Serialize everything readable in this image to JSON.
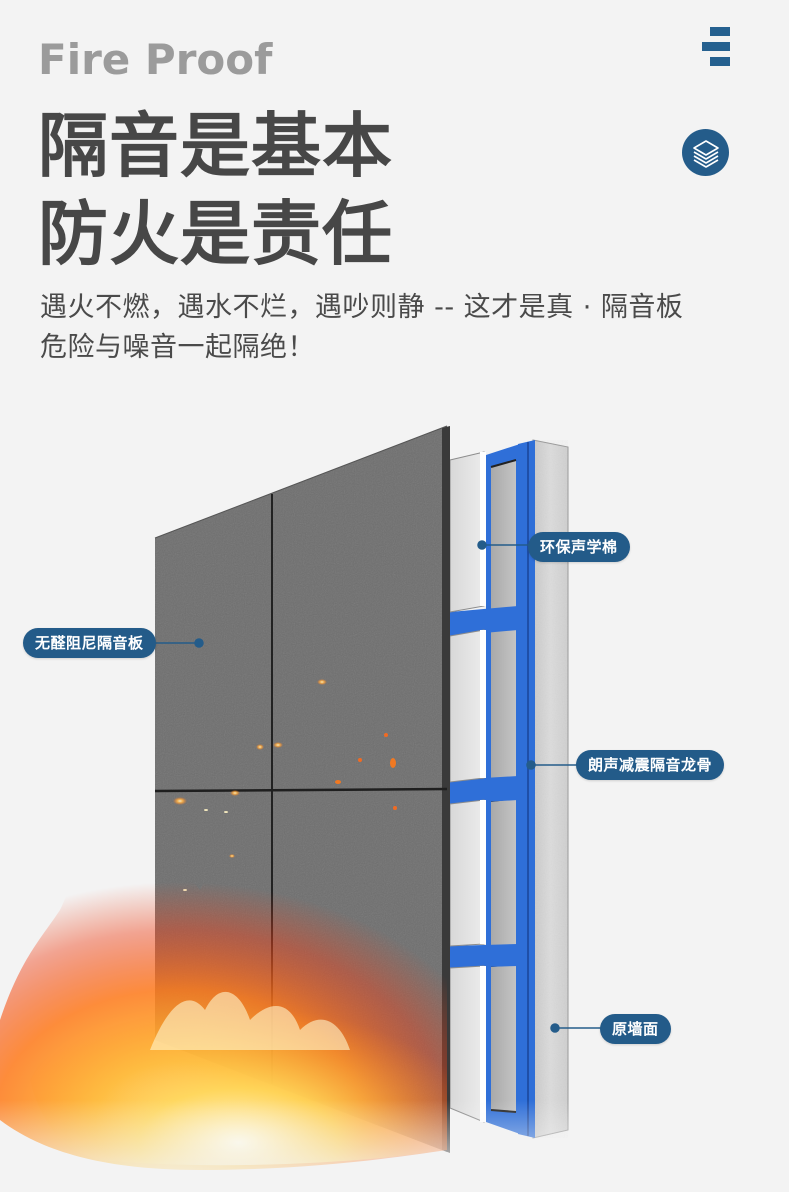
{
  "header": {
    "eyebrow": "Fire Proof",
    "headline_line1": "隔音是基本",
    "headline_line2": "防火是责任",
    "subtext_line1": "遇火不燃，遇水不烂，遇吵则静 -- 这才是真 · 隔音板",
    "subtext_line2": "危险与噪音一起隔绝！"
  },
  "icons": {
    "menu": "menu-icon",
    "layers": "layers-icon"
  },
  "diagram": {
    "labels": {
      "panel": "无醛阻尼隔音板",
      "cotton": "环保声学棉",
      "keel": "朗声减震隔音龙骨",
      "wall": "原墙面"
    }
  },
  "colors": {
    "background": "#f3f3f3",
    "accent": "#245c8a",
    "headline": "#474747",
    "eyebrow": "#9b9b9b",
    "keel_blue": "#2f6fd8",
    "panel_gray": "#6e6e6e"
  }
}
